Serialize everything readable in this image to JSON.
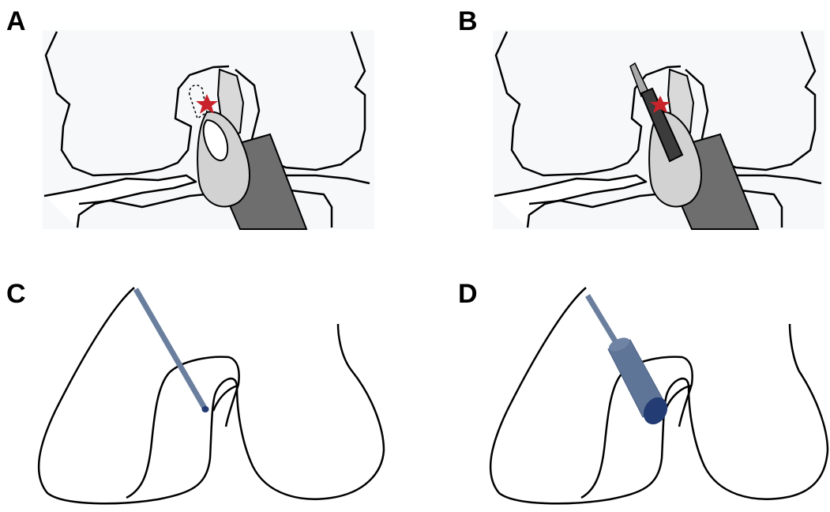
{
  "panels": [
    {
      "label": "A"
    },
    {
      "label": "B"
    },
    {
      "label": "C"
    },
    {
      "label": "D"
    }
  ],
  "colors": {
    "background_tint": "#f6f8fa",
    "outline": "#000000",
    "shaft_dark": "#6e6e6e",
    "cannula_light": "#d2d2d2",
    "guide_sleeve": "#a9a9a9",
    "drill_dark": "#3c3c3c",
    "star": "#c8222a",
    "pin_blue": "#6a7f9e",
    "reamer_blue": "#5f7597",
    "reamer_tip": "#233c73"
  },
  "icons": {
    "marker": "red-star-icon"
  }
}
